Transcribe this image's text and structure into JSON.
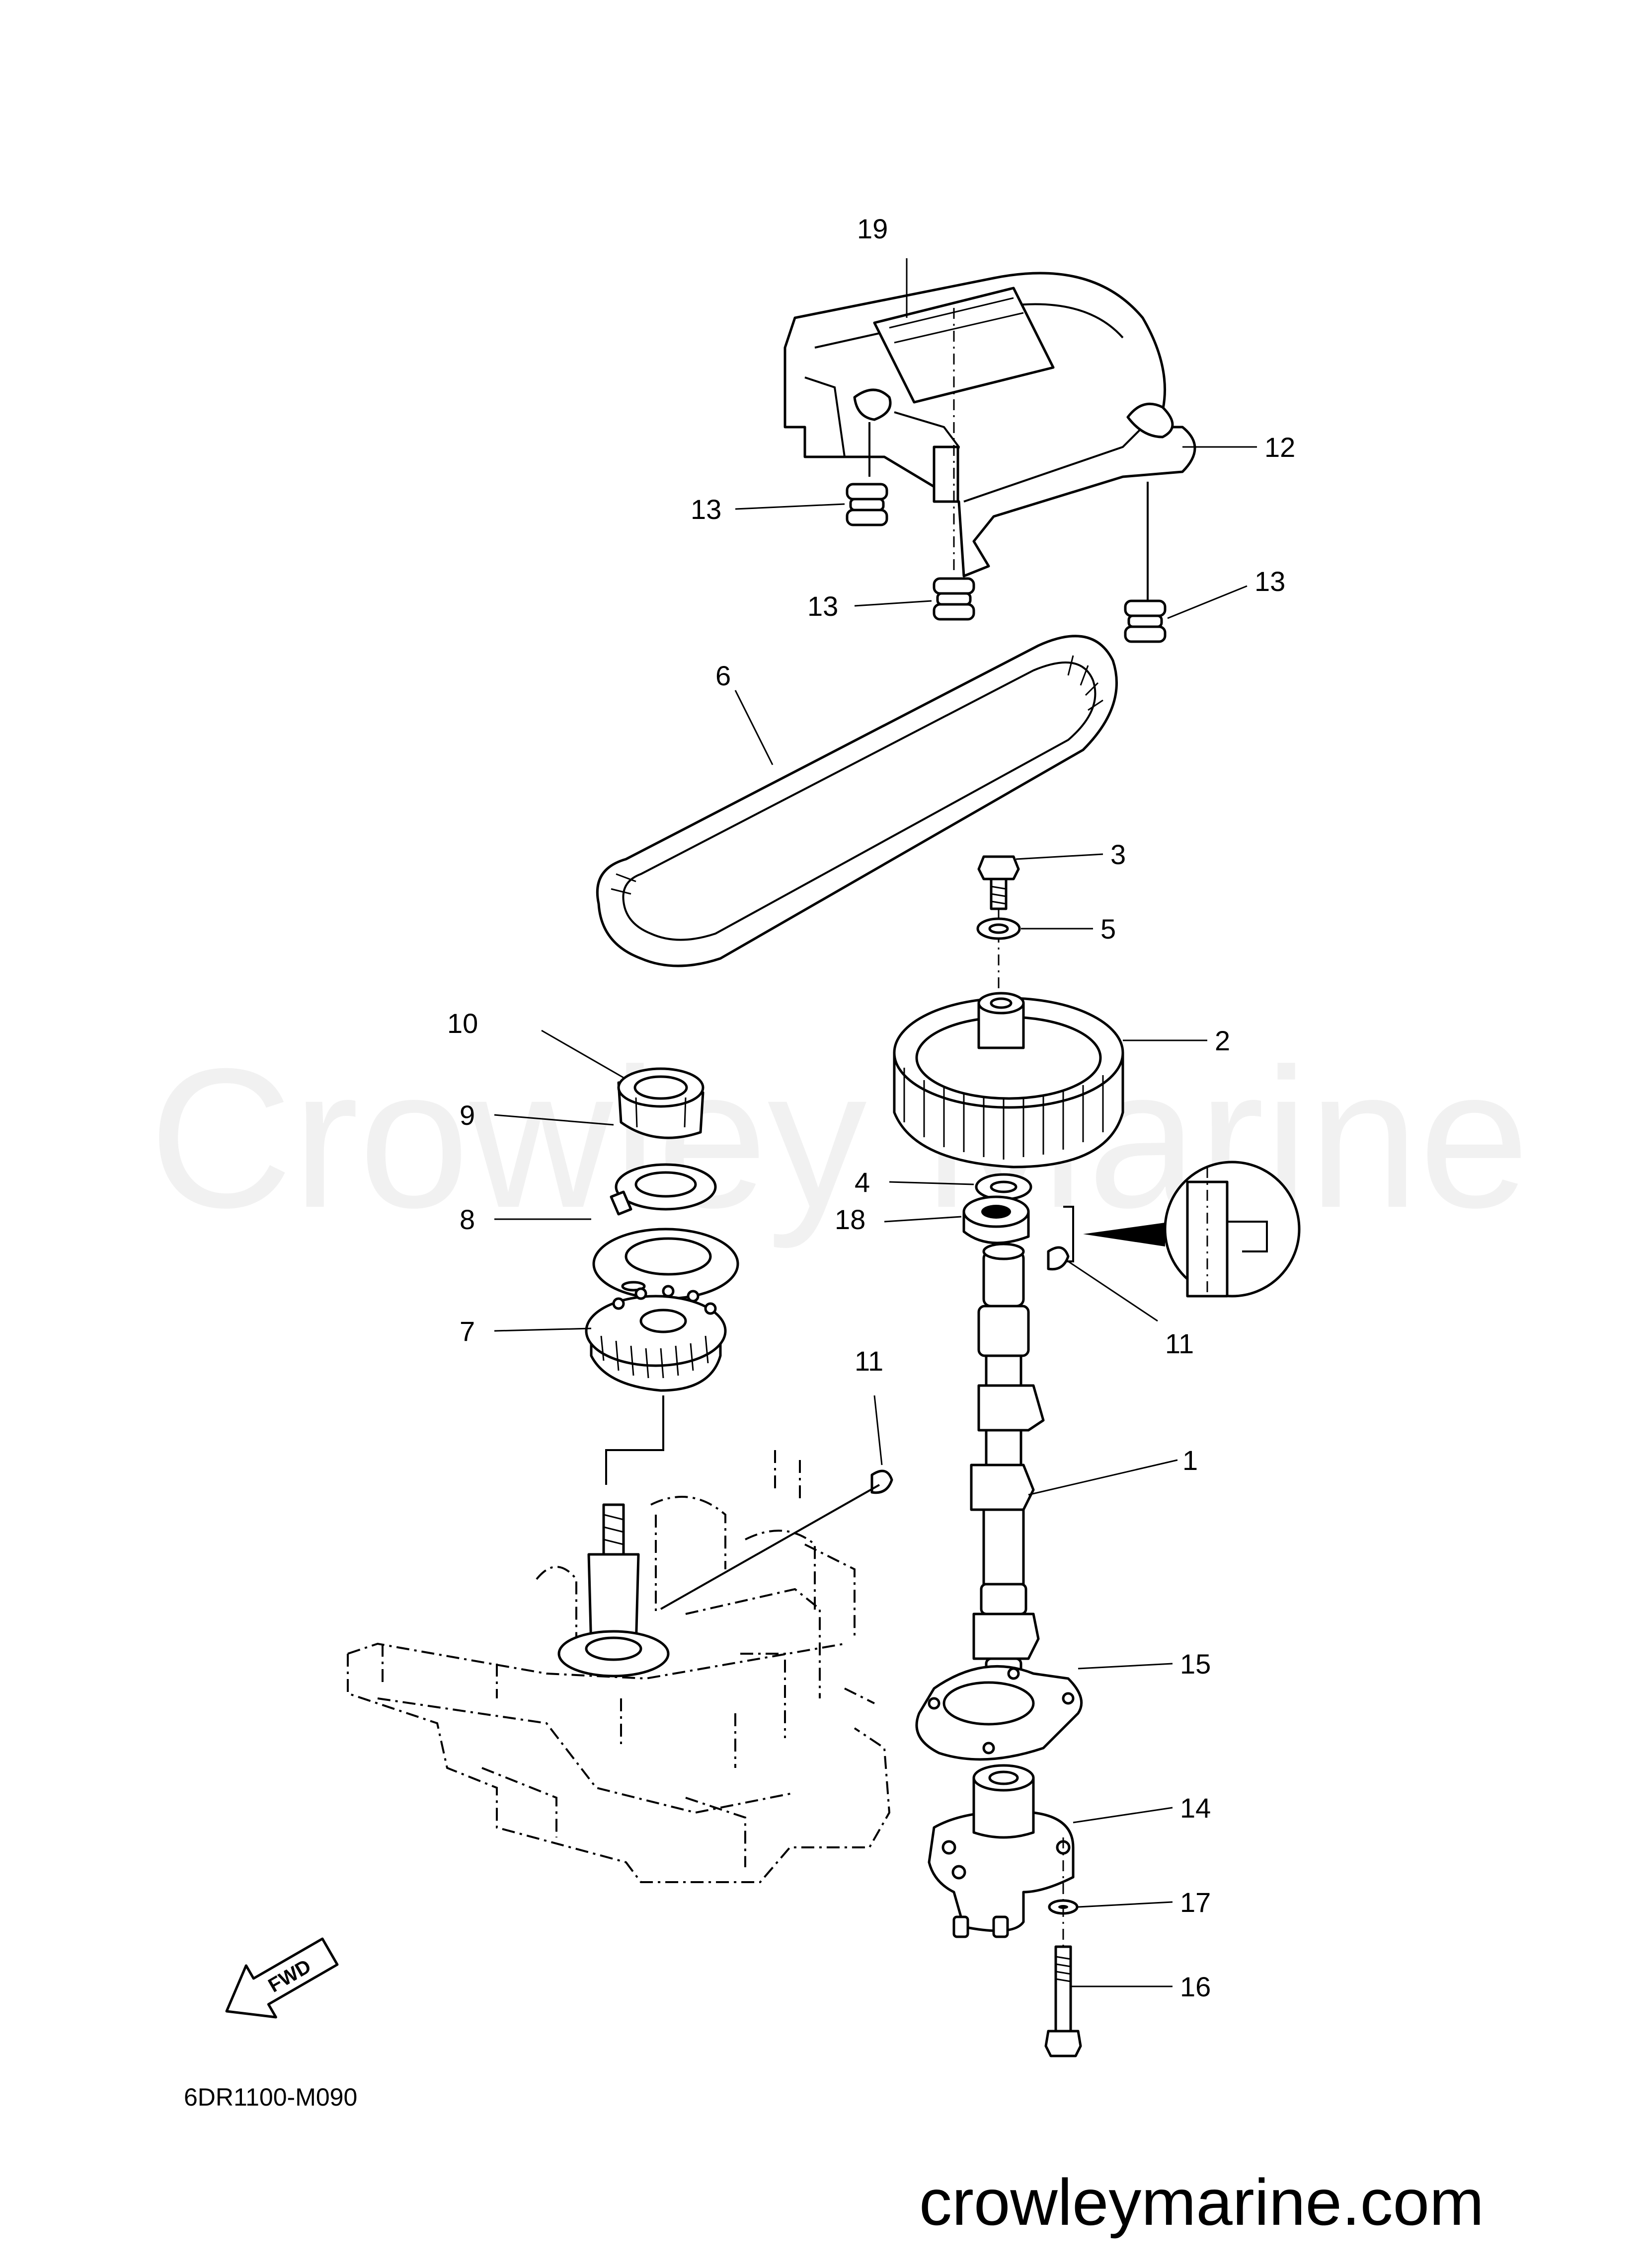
{
  "watermark": "Crowley Marine",
  "diagram_code": "6DR1100-M090",
  "footer_url": "crowleymarine.com",
  "fwd_label": "FWD",
  "callouts": {
    "c1": "1",
    "c2": "2",
    "c3": "3",
    "c4": "4",
    "c5": "5",
    "c6": "6",
    "c7": "7",
    "c8": "8",
    "c9": "9",
    "c10": "10",
    "c11a": "11",
    "c11b": "11",
    "c12": "12",
    "c13a": "13",
    "c13b": "13",
    "c13c": "13",
    "c14": "14",
    "c15": "15",
    "c16": "16",
    "c17": "17",
    "c18": "18",
    "c19": "19"
  }
}
